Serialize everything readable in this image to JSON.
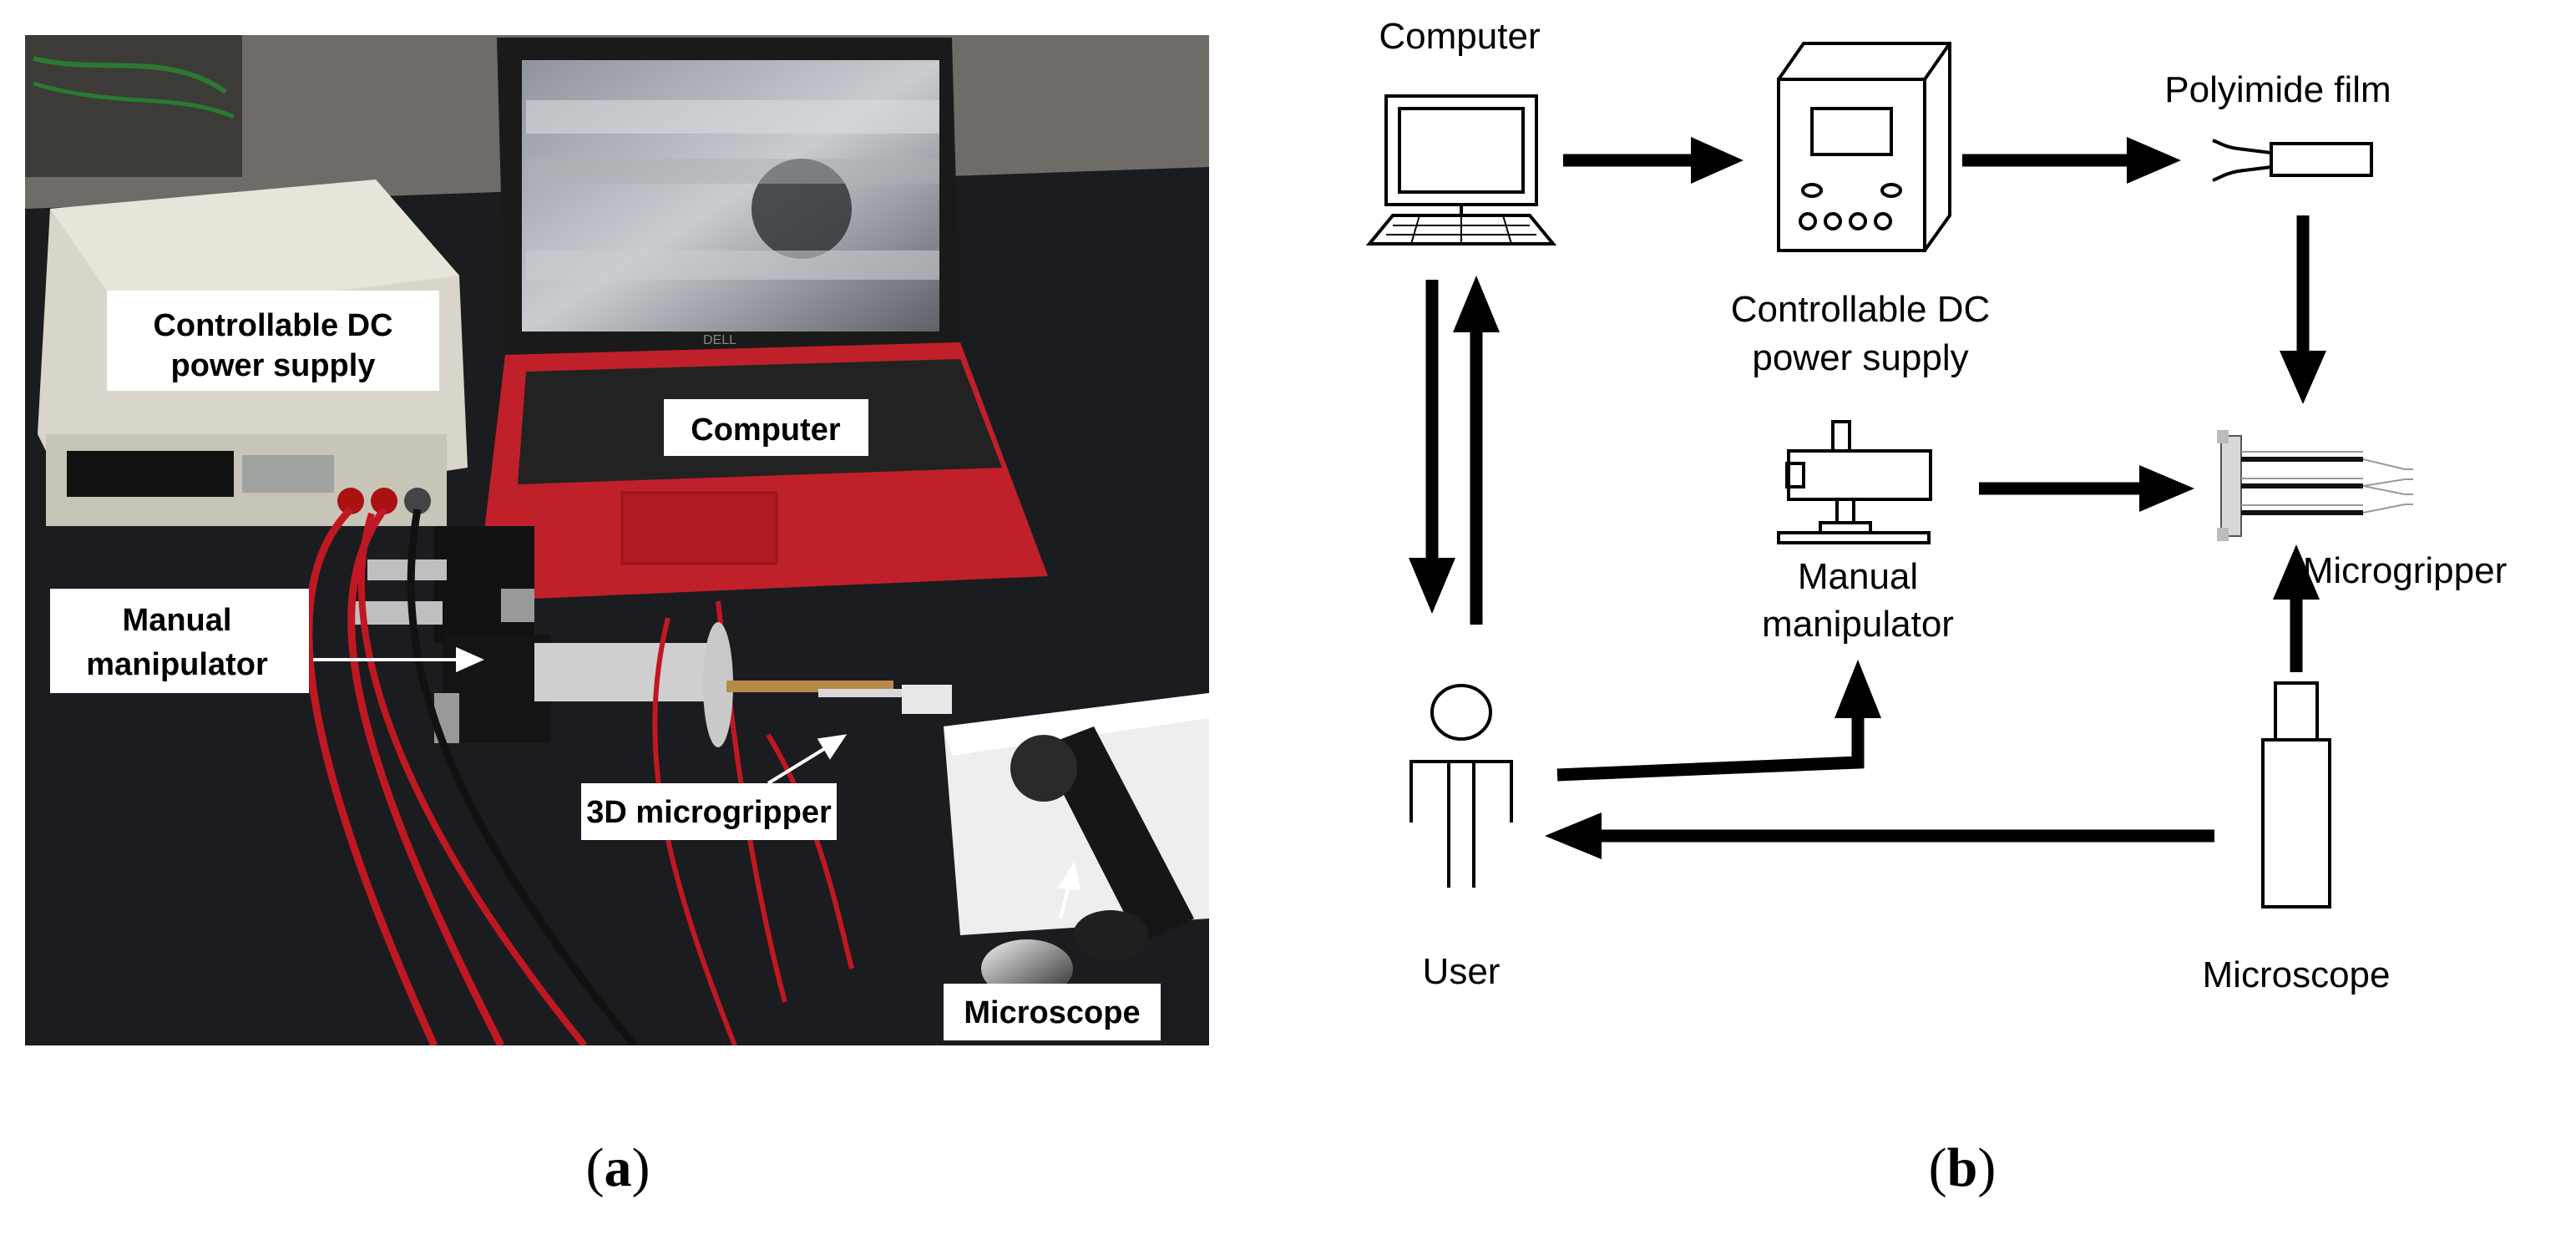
{
  "panel_a": {
    "caption_open": "(",
    "caption_letter": "a",
    "caption_close": ")",
    "labels": {
      "power_supply_line1": "Controllable DC",
      "power_supply_line2": "power supply",
      "computer": "Computer",
      "manipulator_line1": "Manual",
      "manipulator_line2": "manipulator",
      "micro_gripper": "3D microgripper",
      "microscope": "Microscope"
    },
    "laptop_brand": "DELL"
  },
  "panel_b": {
    "caption_open": "(",
    "caption_letter": "b",
    "caption_close": ")",
    "labels": {
      "computer": "Computer",
      "power_supply_line1": "Controllable DC",
      "power_supply_line2": "power supply",
      "polyimide_film": "Polyimide film",
      "manipulator_line1": "Manual",
      "manipulator_line2": "manipulator",
      "microgripper": "Microgripper",
      "user": "User",
      "microscope": "Microscope"
    }
  },
  "colors": {
    "desk": "#1b1c1f",
    "power_supply_body": "#d9d5ca",
    "laptop_red": "#c0202a",
    "cable_red": "#c01822",
    "foam": "#eeeeee"
  }
}
